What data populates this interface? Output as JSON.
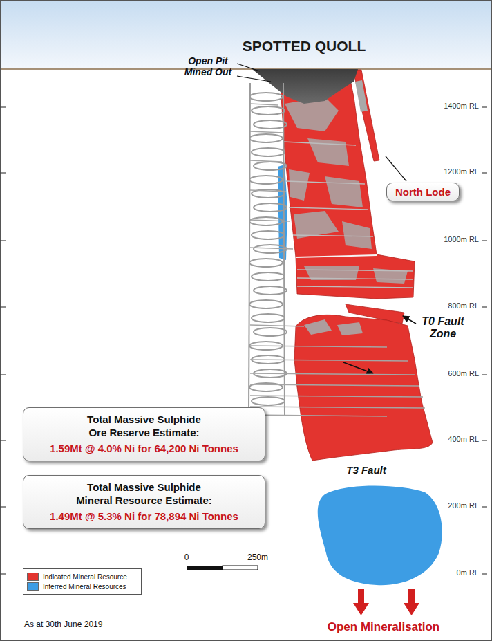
{
  "diagram": {
    "title": "SPOTTED QUOLL",
    "nodes": [
      {
        "text": [
          "North Lode"
        ]
      },
      {
        "text": [
          "Total Massive Sulphide Ore Reserve Estimate:",
          "1.59Mt @ 4.0% Ni for 64,200 Ni Tonnes"
        ]
      },
      {
        "text": [
          "Total Massive Sulphide Mineral Resource Estimate:",
          "1.49Mt @ 5.3% Ni for 78,894 Ni Tonnes"
        ]
      }
    ],
    "labels": [
      "Open Pit Mined Out",
      "1400m RL",
      "1200m RL",
      "1000m RL",
      "800m RL",
      "600m RL",
      "400m RL",
      "200m RL",
      "0m RL",
      "T0 Fault Zone",
      "T3 Fault",
      "0",
      "250m",
      "As at 30th June 2019",
      "Open Mineralisation"
    ],
    "legend": [
      {
        "text": "Indicated Mineral Resource",
        "color": "#e3342f"
      },
      {
        "text": "Inferred Mineral Resources",
        "color": "#3d9de4"
      }
    ]
  }
}
